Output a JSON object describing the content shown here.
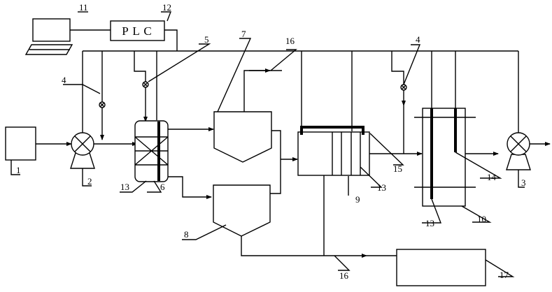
{
  "plc_text": "P L C",
  "labels": {
    "l1": "1",
    "l2": "2",
    "l3": "3",
    "l4a": "4",
    "l4b": "4",
    "l5": "5",
    "l6": "6",
    "l7": "7",
    "l8": "8",
    "l9": "9",
    "l10": "10",
    "l11": "11",
    "l12": "12",
    "l13a": "13",
    "l13b": "13",
    "l13c": "13",
    "l14": "14",
    "l15": "15",
    "l16a": "16",
    "l16b": "16",
    "l17": "17"
  }
}
